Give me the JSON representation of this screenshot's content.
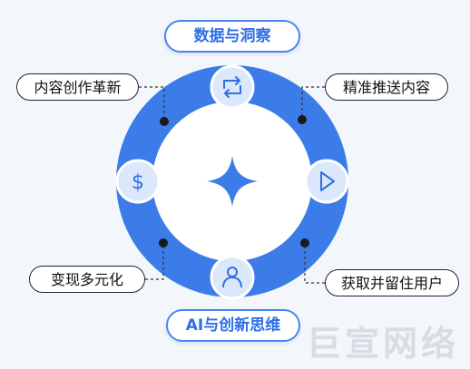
{
  "banners": {
    "top": "数据与洞察",
    "bottom": "AI与创新思维"
  },
  "labels": {
    "top_left": "内容创作革新",
    "top_right": "精准推送内容",
    "bottom_left": "变现多元化",
    "bottom_right": "获取并留住用户"
  },
  "icons": {
    "top": "refresh-cycle-icon",
    "left": "dollar-icon",
    "right": "play-icon",
    "bottom": "user-icon",
    "center": "sparkle-star-icon"
  },
  "colors": {
    "ring": "#3b7ce8",
    "accent": "#2f6fe6",
    "node_fill": "#dbe7fb",
    "background": "#f3f6fb"
  },
  "watermark": "巨宣网络"
}
